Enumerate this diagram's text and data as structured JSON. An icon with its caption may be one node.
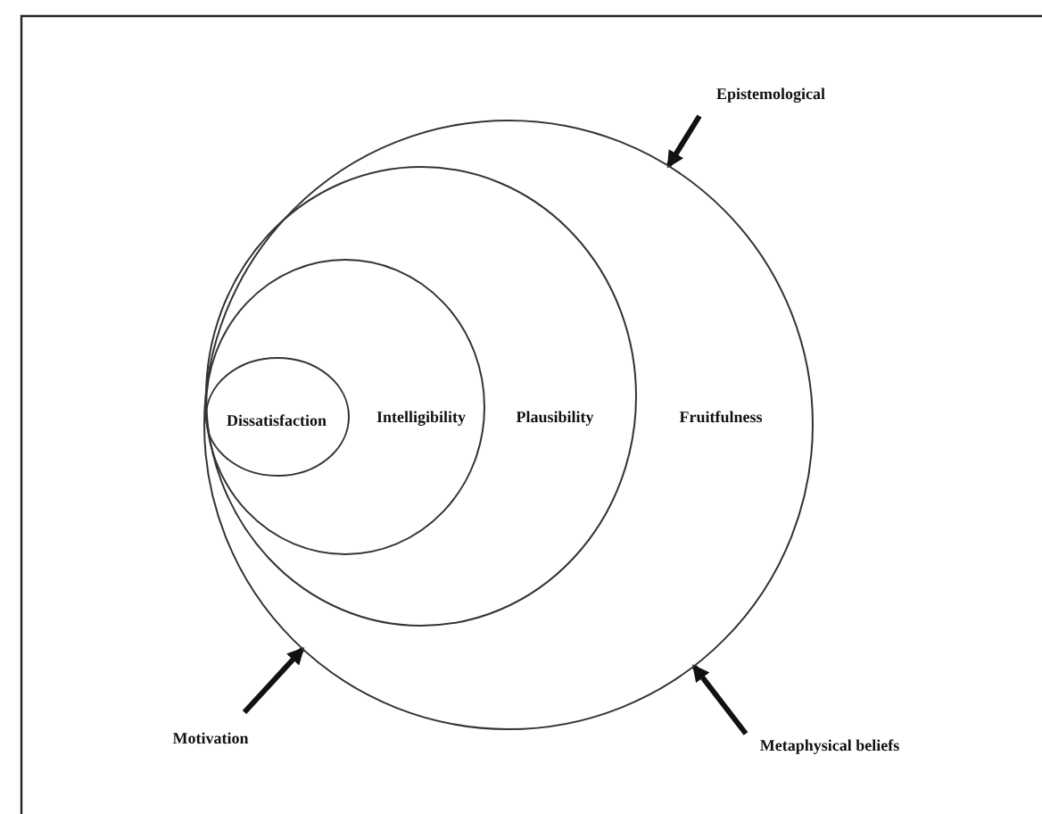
{
  "diagram": {
    "nodes": [
      {
        "text": [
          "Fruitfulness"
        ]
      },
      {
        "text": [
          "Plausibility"
        ],
        "in": 0
      },
      {
        "text": [
          "Intelligibility"
        ],
        "in": 1
      },
      {
        "text": [
          "Dissatisfaction"
        ],
        "in": 2
      },
      {
        "text": [
          "Epistemological"
        ]
      },
      {
        "text": [
          "Motivation"
        ]
      },
      {
        "text": [
          "Metaphysical beliefs"
        ]
      }
    ],
    "edges": [
      {
        "from": 4,
        "to": 0,
        "arrow": "to"
      },
      {
        "from": 5,
        "to": 0,
        "arrow": "to"
      },
      {
        "from": 6,
        "to": 0,
        "arrow": "to"
      }
    ]
  }
}
